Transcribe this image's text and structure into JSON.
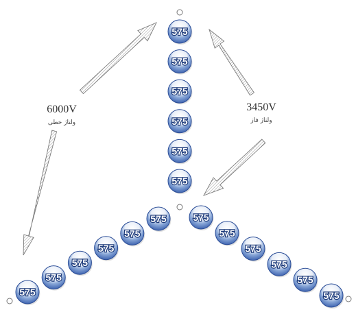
{
  "cell_label": "575",
  "line_voltage": {
    "value": "6000V",
    "caption": "ولتاژ خطی"
  },
  "phase_voltage": {
    "value": "3450V",
    "caption": "ولتاژ فاز"
  },
  "arms": {
    "top": {
      "cell_count": 6
    },
    "left": {
      "cell_count": 6
    },
    "right": {
      "cell_count": 6
    }
  }
}
